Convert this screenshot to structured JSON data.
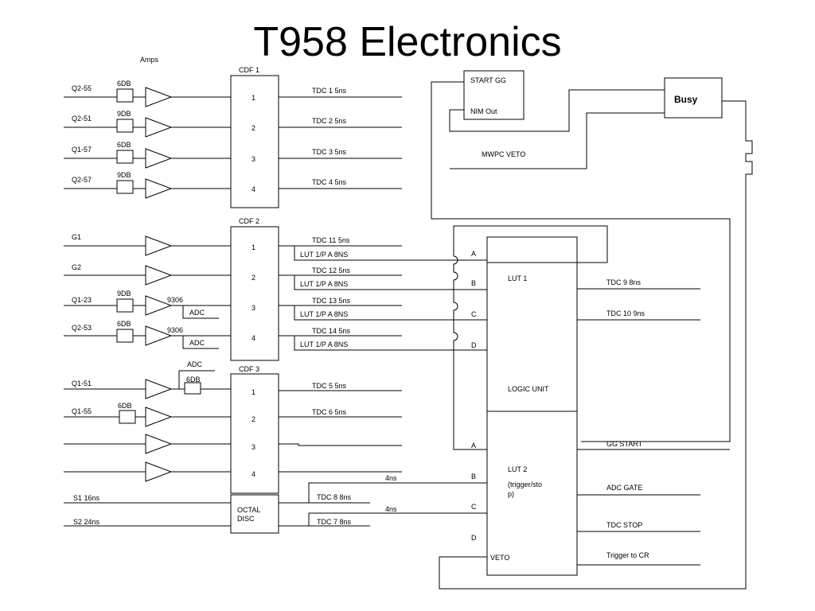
{
  "title": "T958 Electronics",
  "amps_label": "Amps",
  "cdf1": {
    "label": "CDF 1",
    "inputs": [
      {
        "name": "Q2-55",
        "atten": "6DB",
        "tdc": "TDC 1   5ns"
      },
      {
        "name": "Q2-51",
        "atten": "9DB",
        "tdc": "TDC 2   5ns"
      },
      {
        "name": "Q1-57",
        "atten": "6DB",
        "tdc": "TDC 3   5ns"
      },
      {
        "name": "Q2-57",
        "atten": "9DB",
        "tdc": "TDC 4   5ns"
      }
    ],
    "channels": [
      "1",
      "2",
      "3",
      "4"
    ]
  },
  "cdf2": {
    "label": "CDF 2",
    "inputs": [
      {
        "name": "G1",
        "atten": "",
        "splitter": "",
        "tdc": "TDC 11   5ns",
        "lut": "LUT 1/P A   8NS"
      },
      {
        "name": "G2",
        "atten": "",
        "splitter": "",
        "tdc": "TDC 12   5ns",
        "lut": "LUT 1/P A   8NS"
      },
      {
        "name": "Q1-23",
        "atten": "9DB",
        "splitter": "9306",
        "adc": "ADC",
        "tdc": "TDC 13   5ns",
        "lut": "LUT 1/P A   8NS"
      },
      {
        "name": "Q2-53",
        "atten": "6DB",
        "splitter": "9306",
        "adc": "ADC",
        "tdc": "TDC 14   5ns",
        "lut": "LUT 1/P A   8NS"
      }
    ],
    "channels": [
      "1",
      "2",
      "3",
      "4"
    ]
  },
  "cdf3": {
    "label": "CDF 3",
    "inputs": [
      {
        "name": "Q1-51",
        "atten": "",
        "tdc": "TDC 5   5ns"
      },
      {
        "name": "Q1-55",
        "atten": "6DB",
        "tdc": "TDC 6   5ns"
      }
    ],
    "extra_adc": "ADC",
    "extra_atten": "6DB",
    "channels": [
      "1",
      "2",
      "3",
      "4"
    ]
  },
  "octal_disc": {
    "label_1": "OCTAL",
    "label_2": "DISC",
    "inputs": [
      "S1   16ns",
      "S2   24ns"
    ],
    "tdcs": [
      "TDC 8   8ns",
      "TDC 7   8ns"
    ],
    "delays": [
      "4ns",
      "4ns"
    ]
  },
  "start_gg": {
    "label": "START GG",
    "nim_out": "NIM Out"
  },
  "busy": {
    "label": "Busy"
  },
  "mwpc_veto": "MWPC  VETO",
  "lut1": {
    "label": "LUT 1",
    "logic_unit": "LOGIC UNIT",
    "inputs": [
      "A",
      "B",
      "C",
      "D"
    ],
    "outputs": [
      "TDC 9   8ns",
      "TDC 10  9ns"
    ]
  },
  "lut2": {
    "label": "LUT 2",
    "sub_1": "(trigger/sto",
    "sub_2": "p)",
    "inputs": [
      "A",
      "B",
      "C",
      "D"
    ],
    "veto": "VETO",
    "outputs": [
      "GG START",
      "ADC GATE",
      "TDC STOP",
      "Trigger to CR"
    ]
  }
}
